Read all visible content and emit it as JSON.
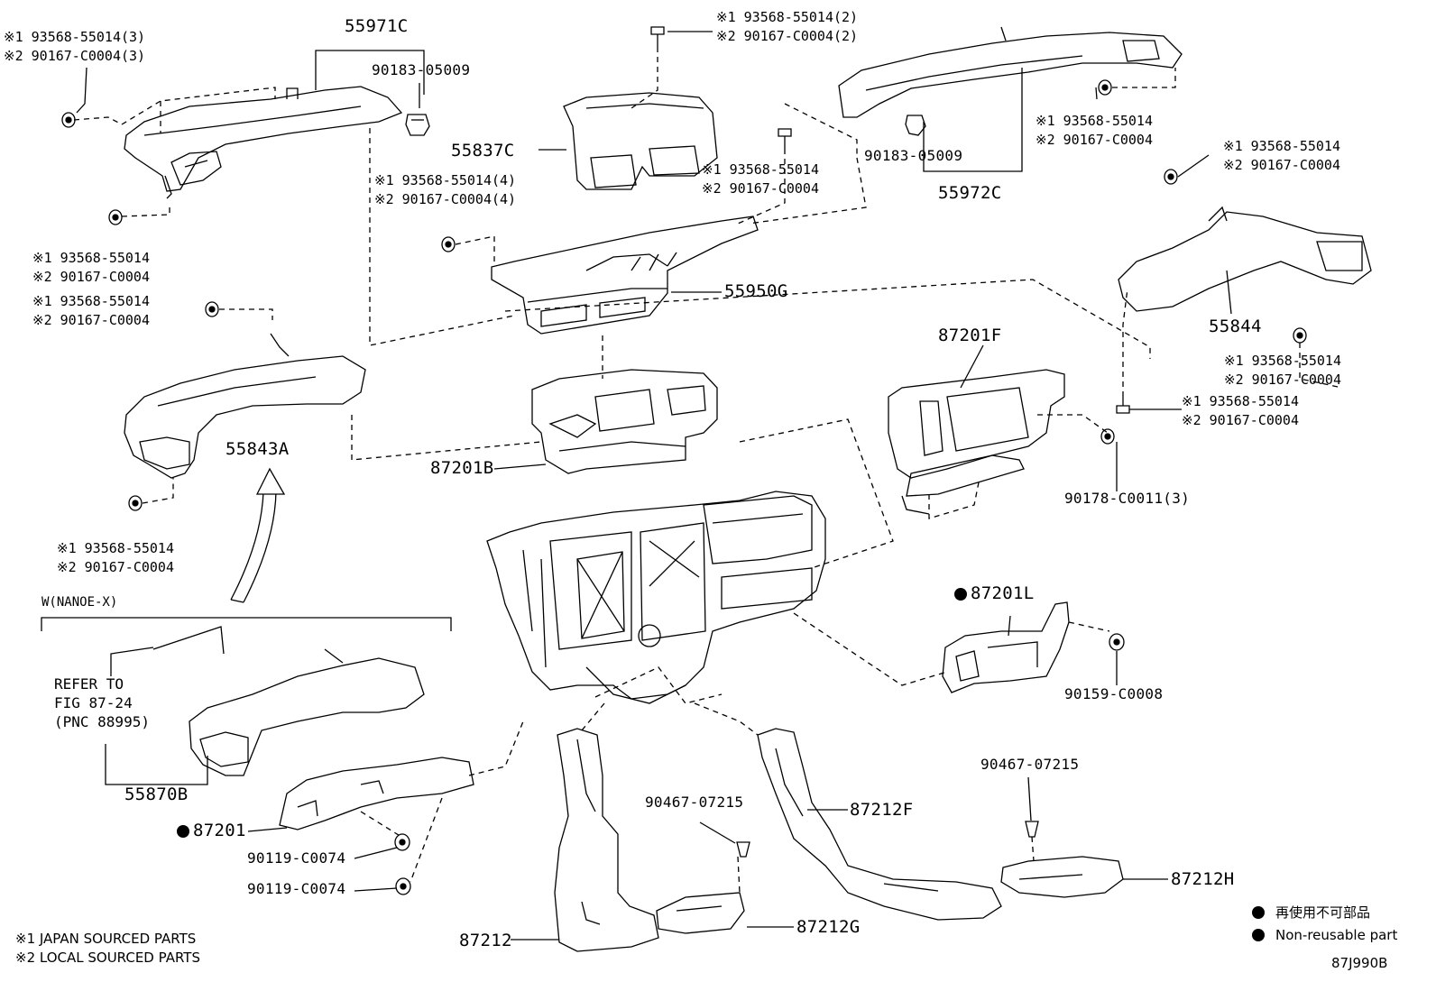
{
  "parts": {
    "p55971C": "55971C",
    "p90183_a": "90183-05009",
    "p55837C": "55837C",
    "p55950G": "55950G",
    "p90183_b": "90183-05009",
    "p55972C": "55972C",
    "p55844": "55844",
    "p87201F": "87201F",
    "p55843A": "55843A",
    "p87201B": "87201B",
    "p90178": "90178-C0011(3)",
    "p87201L": "87201L",
    "p90159": "90159-C0008",
    "p55870B": "55870B",
    "p87201": "87201",
    "p90119_a": "90119-C0074",
    "p90119_b": "90119-C0074",
    "p90467_a": "90467-07215",
    "p90467_b": "90467-07215",
    "p87212F": "87212F",
    "p87212H": "87212H",
    "p87212": "87212",
    "p87212G": "87212G"
  },
  "fasteners": {
    "f1": [
      "※1 93568-55014(3)",
      "※2 90167-C0004(3)"
    ],
    "f2": [
      "※1 93568-55014(2)",
      "※2 90167-C0004(2)"
    ],
    "f3": [
      "※1 93568-55014",
      "※2 90167-C0004"
    ],
    "f4": [
      "※1 93568-55014",
      "※2 90167-C0004"
    ],
    "f5": [
      "※1 93568-55014(4)",
      "※2 90167-C0004(4)"
    ],
    "f6": [
      "※1 93568-55014",
      "※2 90167-C0004"
    ],
    "f7": [
      "※1 93568-55014",
      "※2 90167-C0004"
    ],
    "f8": [
      "※1 93568-55014",
      "※2 90167-C0004"
    ],
    "f9": [
      "※1 93568-55014",
      "※2 90167-C0004"
    ],
    "f10": [
      "※1 93568-55014",
      "※2 90167-C0004"
    ],
    "f11": [
      "※1 93568-55014",
      "※2 90167-C0004"
    ]
  },
  "variant_label": "W(NANOE-X)",
  "refer": [
    "REFER TO",
    "FIG 87-24",
    "(PNC 88995)"
  ],
  "footnotes": [
    "※1 JAPAN SOURCED PARTS",
    "※2 LOCAL SOURCED PARTS"
  ],
  "legend": {
    "jp": "再使用不可部品",
    "en": "Non-reusable part"
  },
  "diagram_code": "87J990B"
}
